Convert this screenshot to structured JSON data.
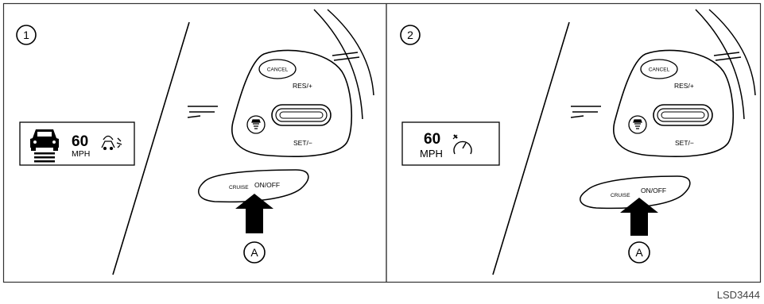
{
  "figure_code": "LSD3444",
  "panels": [
    {
      "step": "1",
      "display": {
        "speed": "60",
        "unit": "MPH"
      },
      "pod": {
        "cancel": "CANCEL",
        "res": "RES/+",
        "set": "SET/−"
      },
      "switch": {
        "cruise": "CRUISE",
        "onoff": "ON/OFF"
      },
      "callout": "A"
    },
    {
      "step": "2",
      "display": {
        "speed": "60",
        "unit": "MPH"
      },
      "pod": {
        "cancel": "CANCEL",
        "res": "RES/+",
        "set": "SET/−"
      },
      "switch": {
        "cruise": "CRUISE",
        "onoff": "ON/OFF"
      },
      "callout": "A"
    }
  ]
}
